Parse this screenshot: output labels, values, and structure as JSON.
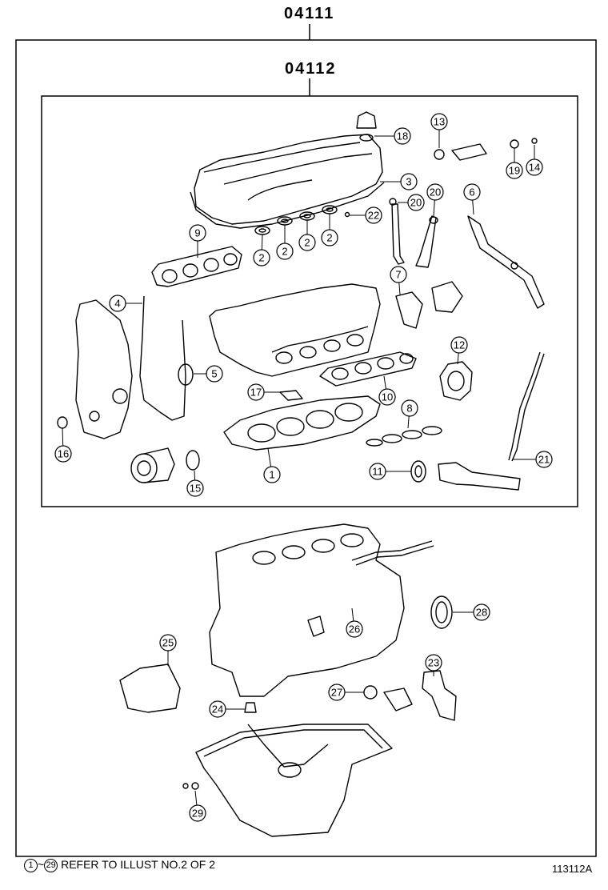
{
  "kit_outer": {
    "part_no": "04111"
  },
  "kit_inner": {
    "part_no": "04112"
  },
  "callouts": [
    {
      "num": "1"
    },
    {
      "num": "2"
    },
    {
      "num": "2"
    },
    {
      "num": "2"
    },
    {
      "num": "2"
    },
    {
      "num": "3"
    },
    {
      "num": "4"
    },
    {
      "num": "5"
    },
    {
      "num": "6"
    },
    {
      "num": "7"
    },
    {
      "num": "8"
    },
    {
      "num": "9"
    },
    {
      "num": "10"
    },
    {
      "num": "11"
    },
    {
      "num": "12"
    },
    {
      "num": "13"
    },
    {
      "num": "14"
    },
    {
      "num": "15"
    },
    {
      "num": "16"
    },
    {
      "num": "17"
    },
    {
      "num": "18"
    },
    {
      "num": "19"
    },
    {
      "num": "20"
    },
    {
      "num": "20"
    },
    {
      "num": "21"
    },
    {
      "num": "22"
    },
    {
      "num": "23"
    },
    {
      "num": "24"
    },
    {
      "num": "25"
    },
    {
      "num": "26"
    },
    {
      "num": "27"
    },
    {
      "num": "28"
    },
    {
      "num": "29"
    }
  ],
  "footnote": {
    "range_start": "1",
    "tilde": "~",
    "range_end": "29",
    "text": "REFER TO ILLUST NO.2 OF 2"
  },
  "illustration_code": "113112A"
}
